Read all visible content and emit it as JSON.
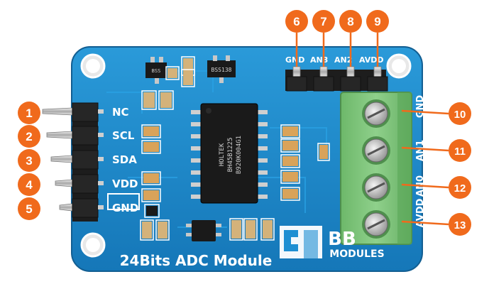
{
  "board": {
    "title": "24Bits ADC Module",
    "brand_badge": "BB",
    "brand_text": "MODULES",
    "chip_marking_line1": "HOLTEK",
    "chip_marking_line2": "BH45B1225",
    "chip_marking_line3": "B920K004G1",
    "transistor_marking": "BSS138",
    "small_ic_marking": "BSS",
    "colors": {
      "pcb": "#1f8fd2",
      "pcb_dark": "#1676b3",
      "badge": "#f06a1c",
      "terminal": "#7ec27a",
      "header_pin": "#2a2a2a"
    }
  },
  "left_header": {
    "labels": [
      "NC",
      "SCL",
      "SDA",
      "VDD",
      "GND"
    ],
    "badges": [
      "1",
      "2",
      "3",
      "4",
      "5"
    ]
  },
  "top_header": {
    "labels": [
      "GND",
      "AN3",
      "AN2",
      "AVDD"
    ],
    "badges": [
      "6",
      "7",
      "8",
      "9"
    ]
  },
  "terminal_block": {
    "labels": [
      "GND",
      "AN1",
      "AN0",
      "AVDD"
    ],
    "badges": [
      "10",
      "11",
      "12",
      "13"
    ]
  }
}
